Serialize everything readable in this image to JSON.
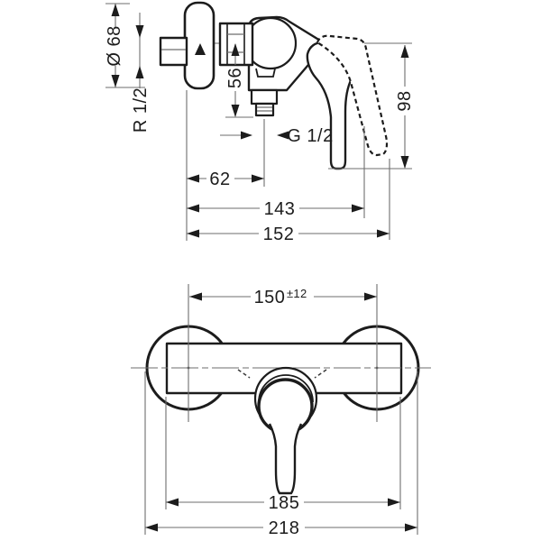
{
  "drawing": {
    "side_view": {
      "escutcheon_diameter": "Ø 68",
      "inlet_thread": "R 1/2",
      "inlet_to_outlet_height": "56",
      "outlet_thread": "G 1/2",
      "handle_height": "98",
      "wall_to_outlet": "62",
      "wall_to_handle": "143",
      "total_projection": "152"
    },
    "front_view": {
      "connection_spacing": "150",
      "connection_tolerance": "±12",
      "body_width": "185",
      "overall_width": "218"
    }
  },
  "colors": {
    "background": "#ffffff",
    "object_line": "#1c1c1c",
    "dimension_line": "#6e6e6e"
  }
}
